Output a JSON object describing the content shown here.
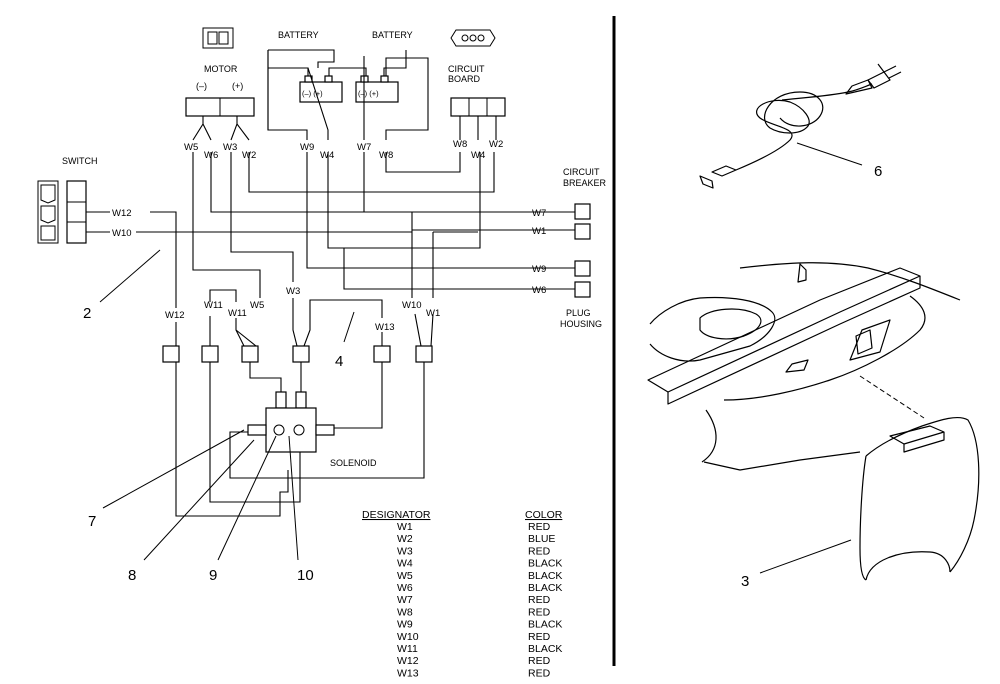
{
  "labels": {
    "motor": "MOTOR",
    "minus": "(–)",
    "plus": "(+)",
    "battery_1": "BATTERY",
    "battery_2": "BATTERY",
    "battery_terminals": "(–) (+)",
    "circuit_board": [
      "CIRCUIT",
      "BOARD"
    ],
    "switch": "SWITCH",
    "circuit_breaker": [
      "CIRCUIT",
      "BREAKER"
    ],
    "plug_housing": [
      "PLUG",
      "HOUSING"
    ],
    "solenoid": "SOLENOID"
  },
  "wires": {
    "W1": "W1",
    "W2": "W2",
    "W3": "W3",
    "W4": "W4",
    "W5": "W5",
    "W6": "W6",
    "W7": "W7",
    "W8": "W8",
    "W9": "W9",
    "W10": "W10",
    "W11": "W11",
    "W12": "W12",
    "W13": "W13"
  },
  "callouts": {
    "c2": "2",
    "c3": "3",
    "c4": "4",
    "c6": "6",
    "c7": "7",
    "c8": "8",
    "c9": "9",
    "c10": "10"
  },
  "legend": {
    "header_designator": "DESIGNATOR",
    "header_color": "COLOR",
    "rows": [
      {
        "designator": "W1",
        "color": "RED"
      },
      {
        "designator": "W2",
        "color": "BLUE"
      },
      {
        "designator": "W3",
        "color": "RED"
      },
      {
        "designator": "W4",
        "color": "BLACK"
      },
      {
        "designator": "W5",
        "color": "BLACK"
      },
      {
        "designator": "W6",
        "color": "BLACK"
      },
      {
        "designator": "W7",
        "color": "RED"
      },
      {
        "designator": "W8",
        "color": "RED"
      },
      {
        "designator": "W9",
        "color": "BLACK"
      },
      {
        "designator": "W10",
        "color": "RED"
      },
      {
        "designator": "W11",
        "color": "BLACK"
      },
      {
        "designator": "W12",
        "color": "RED"
      },
      {
        "designator": "W13",
        "color": "RED"
      }
    ]
  }
}
